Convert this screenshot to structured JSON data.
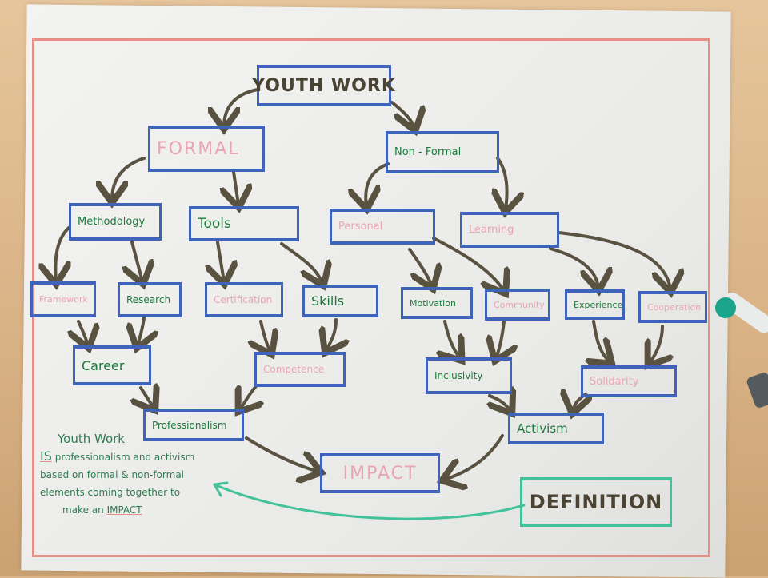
{
  "diagram": {
    "root": "YOUTH WORK",
    "branches": {
      "formal": "FORMAL",
      "non_formal": "Non - Formal"
    },
    "level2": {
      "methodology": "Methodology",
      "tools": "Tools",
      "personal": "Personal",
      "learning": "Learning"
    },
    "level3": {
      "framework": "Framework",
      "research": "Research",
      "certification": "Certification",
      "skills": "Skills",
      "motivation": "Motivation",
      "community": "Community",
      "experience": "Experience",
      "cooperation": "Cooperation"
    },
    "level4": {
      "career": "Career",
      "competence": "Competence",
      "inclusivity": "Inclusivity",
      "solidarity": "Solidarity"
    },
    "level5": {
      "professionalism": "Professionalism",
      "activism": "Activism"
    },
    "impact": "IMPACT",
    "definition_label": "DEFINITION",
    "definition_note": {
      "title": "Youth Work",
      "line1_is": "IS",
      "line1_rest": "professionalism and activism",
      "line2": "based on formal & non-formal",
      "line3": "elements coming together to",
      "line4_pre": "make an",
      "line4_impact": "IMPACT"
    },
    "colors": {
      "box_border": "#3f63b8",
      "arrow": "#5a5240",
      "green_text": "#1d7a3a",
      "pink_text": "#eaa5b2",
      "definition_border": "#42c29a",
      "page_border": "#e58f86"
    }
  }
}
